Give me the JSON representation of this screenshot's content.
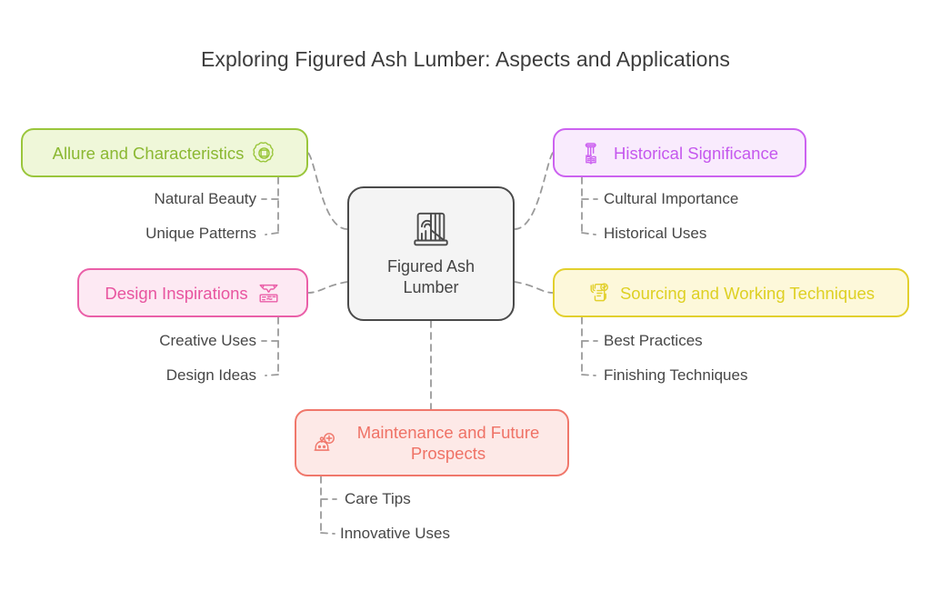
{
  "title": "Exploring Figured Ash Lumber: Aspects and Applications",
  "center": {
    "label": "Figured Ash Lumber",
    "icon": "lumber-grain-icon",
    "fill": "#f4f4f4",
    "stroke": "#4a4a4a",
    "text_color": "#444444"
  },
  "branches": [
    {
      "id": "allure",
      "label": "Allure and Characteristics",
      "icon": "rosette-flower-icon",
      "icon_side": "right",
      "color": "#8bb832",
      "stroke": "#9ac63b",
      "fill": "#eff7d9",
      "side": "left",
      "children": [
        "Natural Beauty",
        "Unique Patterns"
      ]
    },
    {
      "id": "historical",
      "label": "Historical Significance",
      "icon": "column-book-icon",
      "icon_side": "left",
      "color": "#c558ee",
      "stroke": "#cc62f0",
      "fill": "#f9ebfd",
      "side": "right",
      "children": [
        "Cultural Importance",
        "Historical Uses"
      ]
    },
    {
      "id": "design",
      "label": "Design Inspirations",
      "icon": "drafting-table-icon",
      "icon_side": "right",
      "color": "#e8549f",
      "stroke": "#ea5fa8",
      "fill": "#fde9f3",
      "side": "left",
      "children": [
        "Creative Uses",
        "Design Ideas"
      ]
    },
    {
      "id": "sourcing",
      "label": "Sourcing and Working Techniques",
      "icon": "checklist-hand-icon",
      "icon_side": "left",
      "color": "#ded023",
      "stroke": "#e2d02d",
      "fill": "#fdf8da",
      "side": "right",
      "children": [
        "Best Practices",
        "Finishing Techniques"
      ]
    },
    {
      "id": "maintenance",
      "label": "Maintenance and Future Prospects",
      "icon": "robot-plus-icon",
      "icon_side": "left",
      "color": "#ef7266",
      "stroke": "#f0776b",
      "fill": "#fde9e7",
      "side": "bottom",
      "children": [
        "Care Tips",
        "Innovative Uses"
      ]
    }
  ],
  "connector_color": "#9a9a9a",
  "background": "#ffffff"
}
